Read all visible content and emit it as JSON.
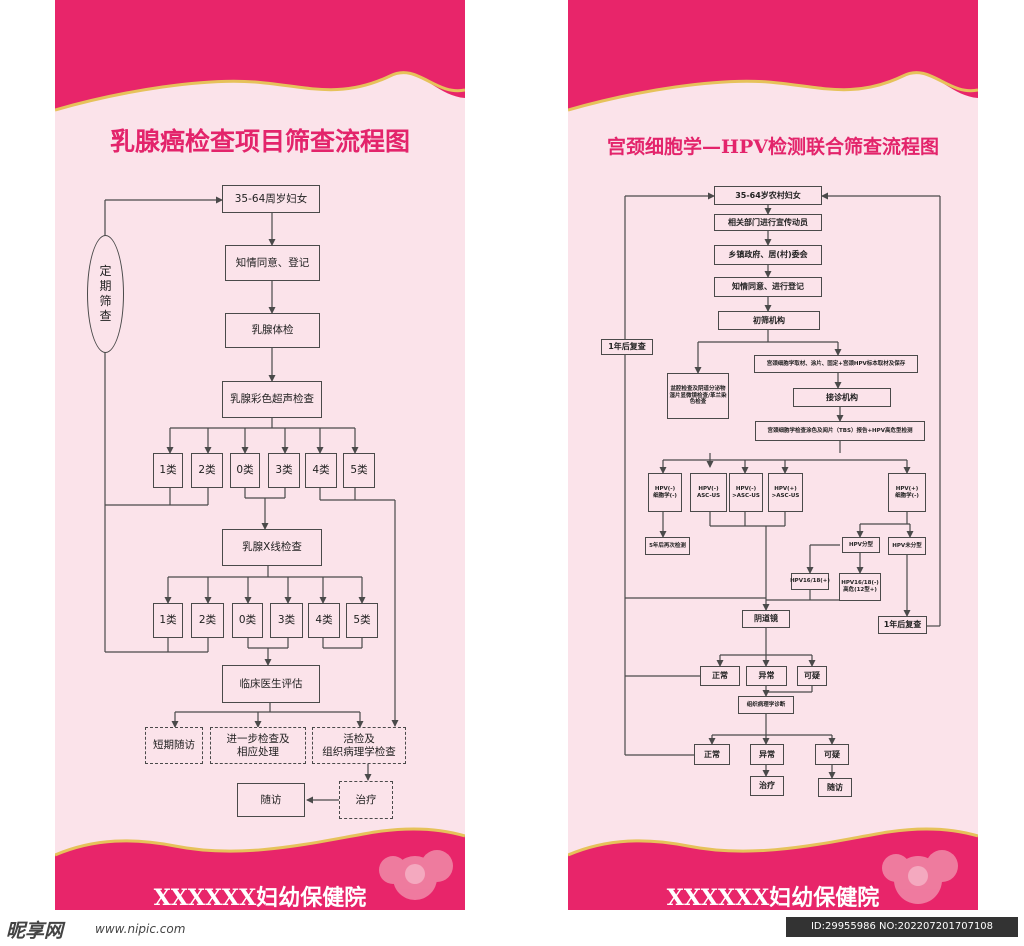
{
  "left": {
    "title": "乳腺癌检查项目筛查流程图",
    "hospital": "XXXXXX妇幼保健院",
    "oval": "定期筛查",
    "nodes": {
      "n1": "35-64周岁妇女",
      "n2": "知情同意、登记",
      "n3": "乳腺体检",
      "n4": "乳腺彩色超声检查",
      "c1": "1类",
      "c2": "2类",
      "c0": "0类",
      "c3": "3类",
      "c4": "4类",
      "c5": "5类",
      "n5": "乳腺X线检查",
      "d1": "1类",
      "d2": "2类",
      "d0": "0类",
      "d3": "3类",
      "d4": "4类",
      "d5": "5类",
      "n6": "临床医生评估",
      "o1": "短期随访",
      "o2": "进一步检查及\n相应处理",
      "o3": "活检及\n组织病理学检查",
      "o4": "治疗",
      "o5": "随访"
    }
  },
  "right": {
    "title": "宫颈细胞学—HPV检测联合筛查流程图",
    "hospital": "XXXXXX妇幼保健院",
    "nodes": {
      "r1": "35-64岁农村妇女",
      "r2": "相关部门进行宣传动员",
      "r3": "乡镇政府、居(村)委会",
      "r4": "知情同意、进行登记",
      "r5": "初筛机构",
      "y1": "1年后复查",
      "rA": "宫颈细胞学取材、涂片、固定+宫颈HPV标本取材及保存",
      "rB": "盆腔检查及阴道分泌物湿片显微镜检查/革兰染色检查",
      "rC": "接诊机构",
      "rD": "宫颈细胞学检查涂色及阅片（TBS）报告+HPV高危型检测",
      "h1": "HPV(-)\n细胞学(-)",
      "h2": "HPV(-)\nASC-US",
      "h3": "HPV(-)\n>ASC-US",
      "h4": "HPV(+)\n>ASC-US",
      "h5": "HPV(+)\n细胞学(-)",
      "f5": "5年后再次检测",
      "g1": "HPV分型",
      "g2": "HPV未分型",
      "g3": "HPV16/18(+)",
      "g4": "HPV16/18(-)\n高危(12型+)",
      "y2": "1年后复查",
      "colpo": "阴道镜",
      "k1": "正常",
      "k2": "异常",
      "k3": "可疑",
      "path": "组织病理学诊断",
      "m1": "正常",
      "m2": "异常",
      "m3": "可疑",
      "t1": "治疗",
      "t2": "随访"
    }
  },
  "watermark": {
    "brand": "昵享网",
    "url": "www.nipic.com",
    "id_text": "ID:29955986 NO:20220720170710​8"
  },
  "colors": {
    "pink": "#e8256a",
    "panel_bg": "#fbe3ea",
    "gold": "#e6c25a",
    "line": "#4a4a4a"
  }
}
